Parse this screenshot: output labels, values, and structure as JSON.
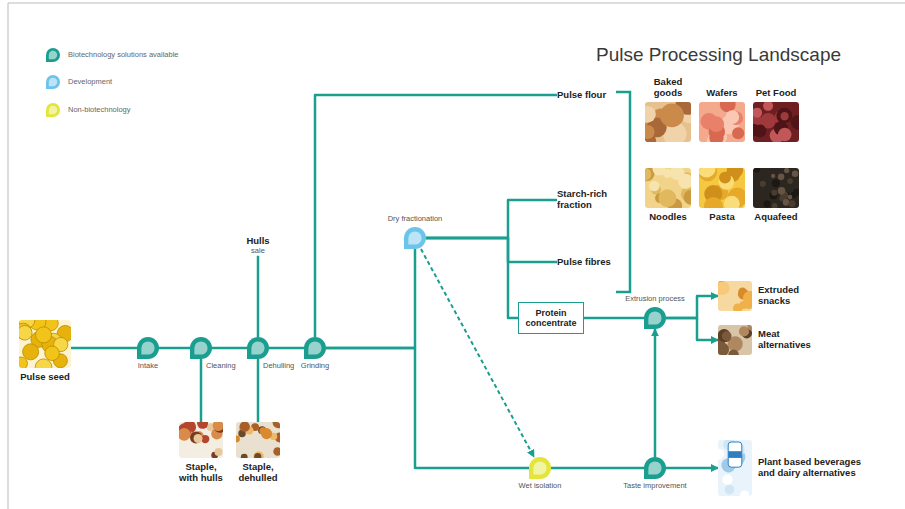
{
  "diagram": {
    "title": "Pulse Processing Landscape",
    "nodes": [
      {
        "text": [
          "Pulse seed"
        ]
      },
      {
        "text": [
          "Intake"
        ]
      },
      {
        "text": [
          "Cleaning"
        ]
      },
      {
        "text": [
          "Dehulling"
        ]
      },
      {
        "text": [
          "Grinding"
        ]
      },
      {
        "text": [
          "Dry fractionation"
        ]
      },
      {
        "text": [
          "Wet isolation"
        ]
      },
      {
        "text": [
          "Taste improvement"
        ]
      },
      {
        "text": [
          "Extrusion process"
        ]
      },
      {
        "text": [
          "Pulse flour"
        ]
      },
      {
        "text": [
          "Starch-rich fraction"
        ]
      },
      {
        "text": [
          "Pulse fibres"
        ]
      },
      {
        "text": [
          "Protein concentrate"
        ]
      },
      {
        "text": [
          "Staple, with hulls"
        ]
      },
      {
        "text": [
          "Staple, dehulled"
        ]
      },
      {
        "text": [
          "Hulls",
          "sale"
        ]
      },
      {
        "text": [
          "Baked goods"
        ]
      },
      {
        "text": [
          "Wafers"
        ]
      },
      {
        "text": [
          "Pet Food"
        ]
      },
      {
        "text": [
          "Noodles"
        ]
      },
      {
        "text": [
          "Pasta"
        ]
      },
      {
        "text": [
          "Aquafeed"
        ]
      },
      {
        "text": [
          "Extruded snacks"
        ]
      },
      {
        "text": [
          "Meat alternatives"
        ]
      },
      {
        "text": [
          "Plant based beverages and dairy alternatives"
        ]
      }
    ],
    "edges": [
      {
        "from": 0,
        "to": 1,
        "arrow": "none"
      },
      {
        "from": 1,
        "to": 2,
        "arrow": "none"
      },
      {
        "from": 2,
        "to": 3,
        "arrow": "none"
      },
      {
        "from": 3,
        "to": 4,
        "arrow": "none"
      },
      {
        "from": 2,
        "to": 13,
        "arrow": "none"
      },
      {
        "from": 3,
        "to": 14,
        "arrow": "none"
      },
      {
        "from": 3,
        "to": 15,
        "arrow": "none"
      },
      {
        "from": 4,
        "to": 9,
        "arrow": "none"
      },
      {
        "from": 4,
        "to": 5,
        "arrow": "none"
      },
      {
        "from": 4,
        "to": 6,
        "arrow": "none"
      },
      {
        "from": 5,
        "to": 10,
        "arrow": "none"
      },
      {
        "from": 5,
        "to": 11,
        "arrow": "none"
      },
      {
        "from": 5,
        "to": 12,
        "arrow": "none"
      },
      {
        "from": 5,
        "to": 6,
        "arrow": "to"
      },
      {
        "from": 6,
        "to": 7,
        "arrow": "none"
      },
      {
        "from": 7,
        "to": 8,
        "arrow": "to"
      },
      {
        "from": 12,
        "to": 8,
        "arrow": "none"
      },
      {
        "from": 8,
        "to": 22,
        "arrow": "to"
      },
      {
        "from": 8,
        "to": 23,
        "arrow": "to"
      },
      {
        "from": 7,
        "to": 24,
        "arrow": "to"
      }
    ],
    "legend": [
      {
        "text": "Biotechnology solutions available",
        "color": "#1a9e8f"
      },
      {
        "text": "Development",
        "color": "#6cc4ea"
      },
      {
        "text": "Non-biotechnology",
        "color": "#e3e639"
      }
    ]
  }
}
